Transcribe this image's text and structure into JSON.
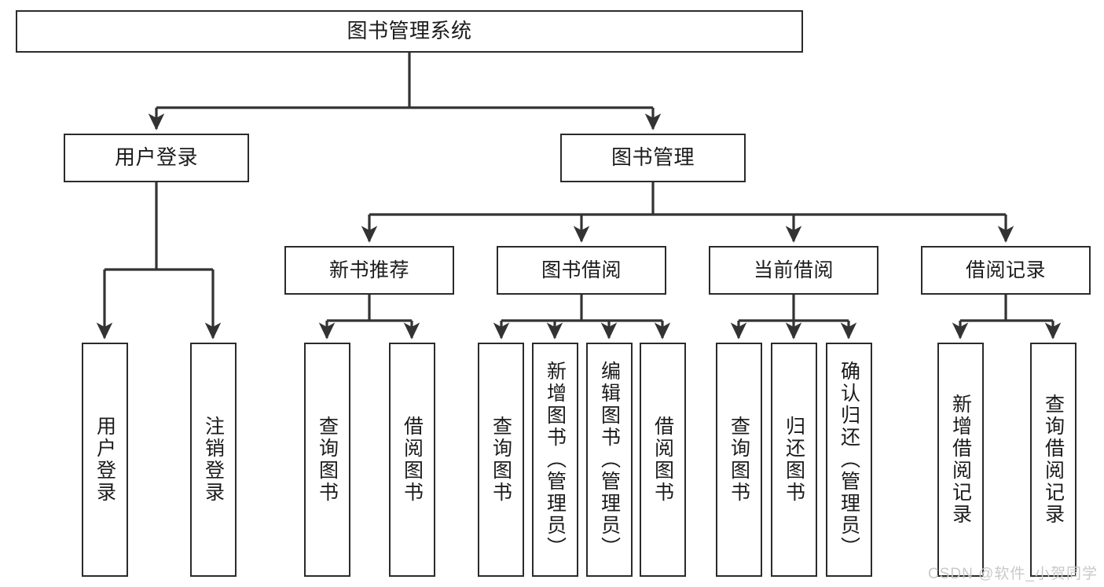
{
  "diagram": {
    "type": "tree",
    "title": "图书管理系统",
    "orientation": "top-down",
    "colors": {
      "node_border": "#2b2b2b",
      "node_fill": "#ffffff",
      "edge": "#333333",
      "text": "#1b1b1b",
      "watermark": "#c9c9c9",
      "background": "#ffffff"
    }
  },
  "watermark": {
    "text": "CSDN @软件_小贺同学"
  },
  "nodes": {
    "root": {
      "label": "图书管理系统"
    },
    "level2": [
      {
        "label": "用户登录"
      },
      {
        "label": "图书管理"
      }
    ],
    "level3": [
      {
        "label": "新书推荐"
      },
      {
        "label": "图书借阅"
      },
      {
        "label": "当前借阅"
      },
      {
        "label": "借阅记录"
      }
    ],
    "leaves": {
      "user_login": [
        {
          "label": "用户登录"
        },
        {
          "label": "注销登录"
        }
      ],
      "new_book_recommend": [
        {
          "label": "查询图书"
        },
        {
          "label": "借阅图书"
        }
      ],
      "book_borrow": [
        {
          "label": "查询图书"
        },
        {
          "label": "新增图书（管理员）"
        },
        {
          "label": "编辑图书（管理员）"
        },
        {
          "label": "借阅图书"
        }
      ],
      "current_borrow": [
        {
          "label": "查询图书"
        },
        {
          "label": "归还图书"
        },
        {
          "label": "确认归还（管理员）"
        }
      ],
      "borrow_record": [
        {
          "label": "新增借阅记录"
        },
        {
          "label": "查询借阅记录"
        }
      ]
    }
  }
}
